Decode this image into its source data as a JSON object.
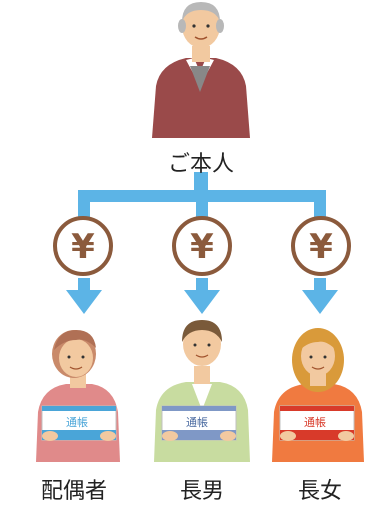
{
  "root": {
    "label": "ご本人"
  },
  "children": [
    {
      "label": "配偶者",
      "passbook_label": "通帳"
    },
    {
      "label": "長男",
      "passbook_label": "通帳"
    },
    {
      "label": "長女",
      "passbook_label": "通帳"
    }
  ],
  "yen_symbol": "¥",
  "colors": {
    "connector": "#5cb4e6",
    "yen_ring": "#8b5a3c",
    "passbook_spouse": "#4aa5d8",
    "passbook_son": "#7f98c6",
    "passbook_daughter": "#d83a2a"
  }
}
